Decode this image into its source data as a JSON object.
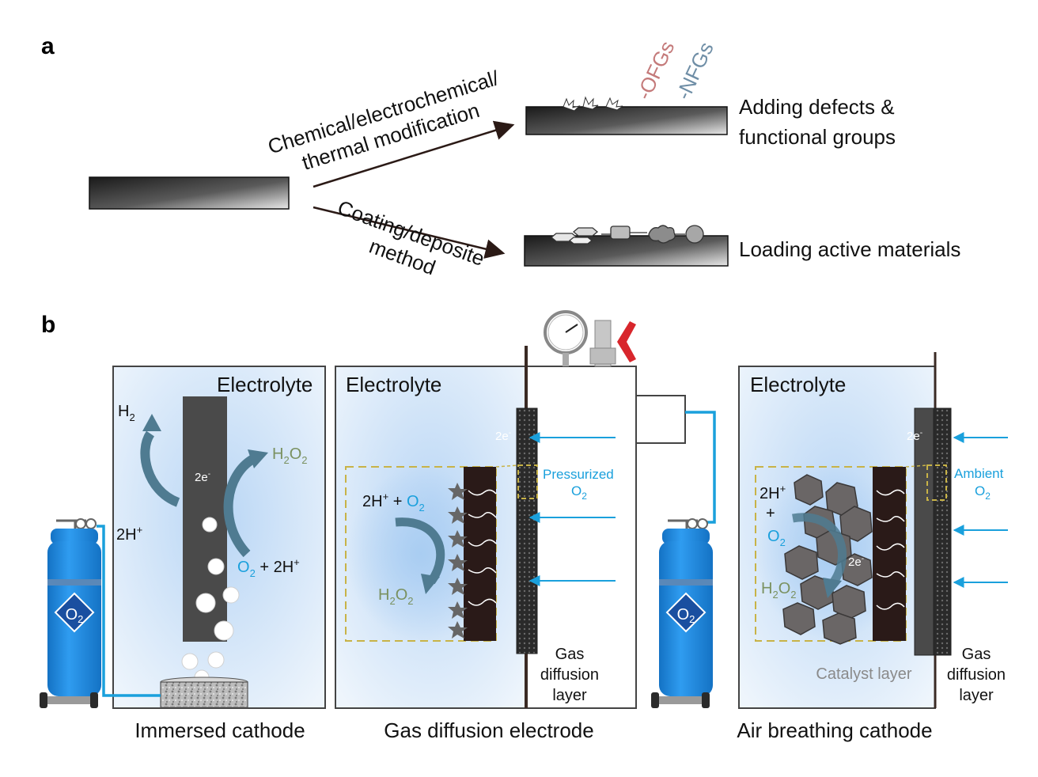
{
  "panels": {
    "a": "a",
    "b": "b"
  },
  "panel_a": {
    "route_top_line1": "Chemical/electrochemical/",
    "route_top_line2": "thermal modification",
    "route_bottom_line1": "Coating/deposite",
    "route_bottom_line2": "method",
    "ofgs": "-OFGs",
    "nfgs": "-NFGs",
    "result_top_line1": "Adding defects &",
    "result_top_line2": "functional groups",
    "result_bottom": "Loading active materials",
    "colors": {
      "ofgs": "#c47a7a",
      "nfgs": "#6f8ea6"
    }
  },
  "panel_b": {
    "electrolyte": "Electrolyte",
    "immersed": {
      "caption": "Immersed cathode",
      "h2": "H",
      "h2_sub": "2",
      "h2o2": "H",
      "h2o2_sub1": "2",
      "h2o2_o": "O",
      "h2o2_sub2": "2",
      "two_e": "2e",
      "two_e_sup": "-",
      "two_h_left": "2H",
      "two_h_left_sup": "+",
      "o2": "O",
      "o2_sub": "2",
      "plus_two_h": " + 2H",
      "plus_two_h_sup": "+"
    },
    "gde": {
      "caption": "Gas diffusion electrode",
      "two_e": "2e",
      "two_e_sup": "-",
      "pressurized": "Pressurized",
      "o2": "O",
      "o2_sub": "2",
      "reactant_h": "2H",
      "reactant_h_sup": "+",
      "reactant_plus": " + ",
      "reactant_o": "O",
      "reactant_o_sub": "2",
      "product": "H",
      "product_sub1": "2",
      "product_o": "O",
      "product_sub2": "2",
      "gdl_line1": "Gas",
      "gdl_line2": "diffusion",
      "gdl_line3": "layer"
    },
    "abc": {
      "caption": "Air breathing cathode",
      "two_e": "2e",
      "two_e_sup": "-",
      "ambient": "Ambient",
      "o2": "O",
      "o2_sub": "2",
      "reactant_h": "2H",
      "reactant_h_sup": "+",
      "reactant_plus": "+",
      "reactant_o": "O",
      "reactant_o_sub": "2",
      "inner_e": "2e",
      "inner_e_sup": "-",
      "product": "H",
      "product_sub1": "2",
      "product_o": "O",
      "product_sub2": "2",
      "catalyst": "Catalyst layer",
      "gdl_line1": "Gas",
      "gdl_line2": "diffusion",
      "gdl_line3": "layer"
    },
    "cylinder_label": "O",
    "cylinder_label_sub": "2",
    "colors": {
      "cylinder": "#1e8ee6",
      "arrow_blue": "#1aa0dc",
      "product_olive": "#7a9160",
      "electrolyte_center": "#b9d6f5",
      "curved_arrow": "#4f7b91"
    }
  }
}
